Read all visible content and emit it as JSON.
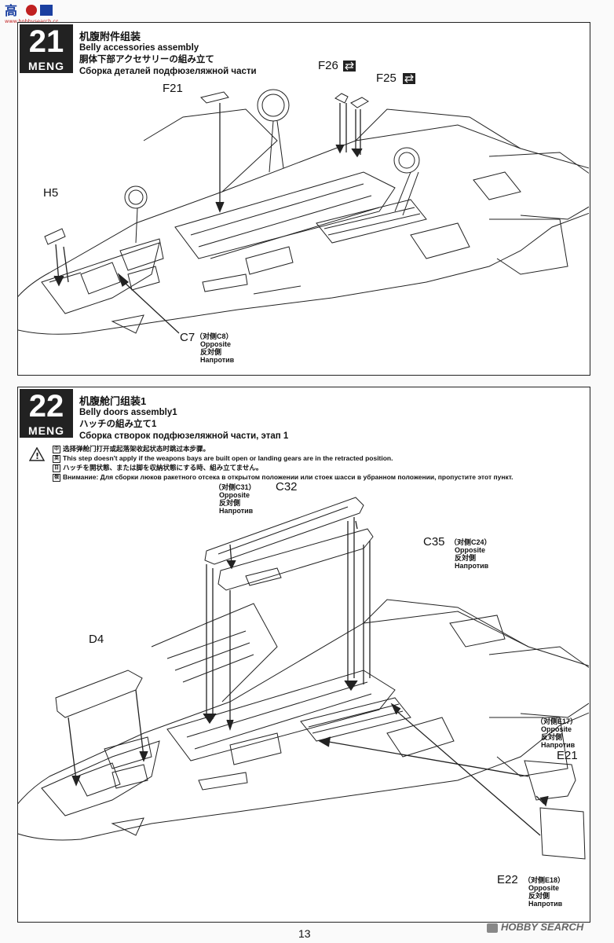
{
  "header_logo": {
    "text": "高",
    "site": "www.hobbysearch.com"
  },
  "step21": {
    "number": "21",
    "brand": "MENG",
    "title_cn": "机腹附件组装",
    "title_en": "Belly accessories assembly",
    "title_jp": "胴体下部アクセサリーの組み立て",
    "title_ru": "Сборка деталей подфюзеляжной части",
    "parts": {
      "f21": "F21",
      "f26": "F26",
      "f25": "F25",
      "h5": "H5",
      "c7": "C7"
    },
    "c7_note": {
      "pre": "（",
      "cn": "对侧",
      "ref": "C8",
      "post": "）",
      "en": "Opposite",
      "jp": "反対側",
      "ru": "Напротив"
    }
  },
  "step22": {
    "number": "22",
    "brand": "MENG",
    "title_cn": "机腹舱门组装1",
    "title_en": "Belly doors assembly1",
    "title_jp": "ハッチの組み立て1",
    "title_ru": "Сборка створок подфюзеляжной части, этап 1",
    "warnings": [
      {
        "lang": "中",
        "text": "选择弹舱门打开或起落架收起状态时跳过本步骤。"
      },
      {
        "lang": "英",
        "text": "This step doesn't apply if the weapons bays are built open or landing gears are in the retracted position."
      },
      {
        "lang": "日",
        "text": "ハッチを開状態、または脚を収納状態にする時、組み立てません。"
      },
      {
        "lang": "俄",
        "text": "Внимание: Для сборки люков ракетного отсека в открытом положении или стоек шасси в убранном положении, пропустите этот пункт."
      }
    ],
    "parts": {
      "c32": "C32",
      "c35": "C35",
      "d4": "D4",
      "e21": "E21",
      "e22": "E22"
    },
    "c32_note": {
      "pre": "（",
      "cn": "对侧",
      "ref": "C31",
      "post": "）",
      "en": "Opposite",
      "jp": "反対側",
      "ru": "Напротив"
    },
    "c35_note": {
      "pre": "（",
      "cn": "对侧",
      "ref": "C24",
      "post": "）",
      "en": "Opposite",
      "jp": "反対側",
      "ru": "Напротив"
    },
    "e21_note": {
      "pre": "（",
      "cn": "对侧",
      "ref": "E17",
      "post": "）",
      "en": "Opposite",
      "jp": "反対側",
      "ru": "Напротив"
    },
    "e22_note": {
      "pre": "（",
      "cn": "对侧",
      "ref": "E18",
      "post": "）",
      "en": "Opposite",
      "jp": "反対側",
      "ru": "Напротив"
    }
  },
  "page_number": "13",
  "watermark": "HOBBY SEARCH",
  "icon_flip": "flip-arrows-icon"
}
